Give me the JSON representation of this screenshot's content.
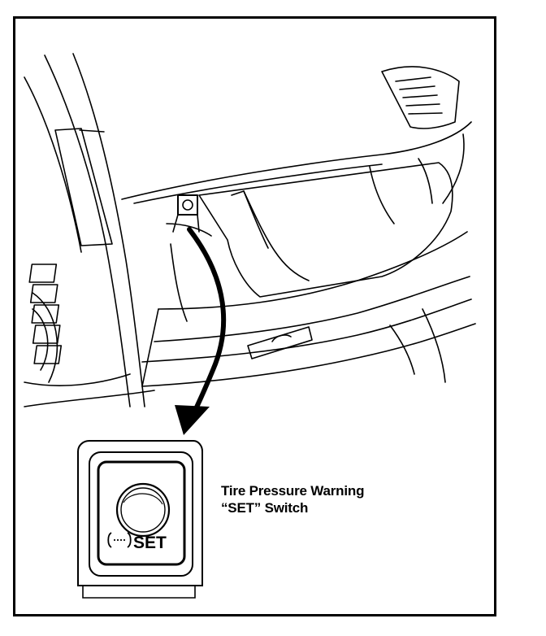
{
  "callout": {
    "line1": "Tire Pressure Warning",
    "line2": "“SET” Switch"
  },
  "switch_label": "SET",
  "icons": {
    "tire_pressure": "tire-pressure-icon",
    "knob": "set-knob"
  },
  "colors": {
    "ink": "#000000",
    "paper": "#ffffff"
  }
}
